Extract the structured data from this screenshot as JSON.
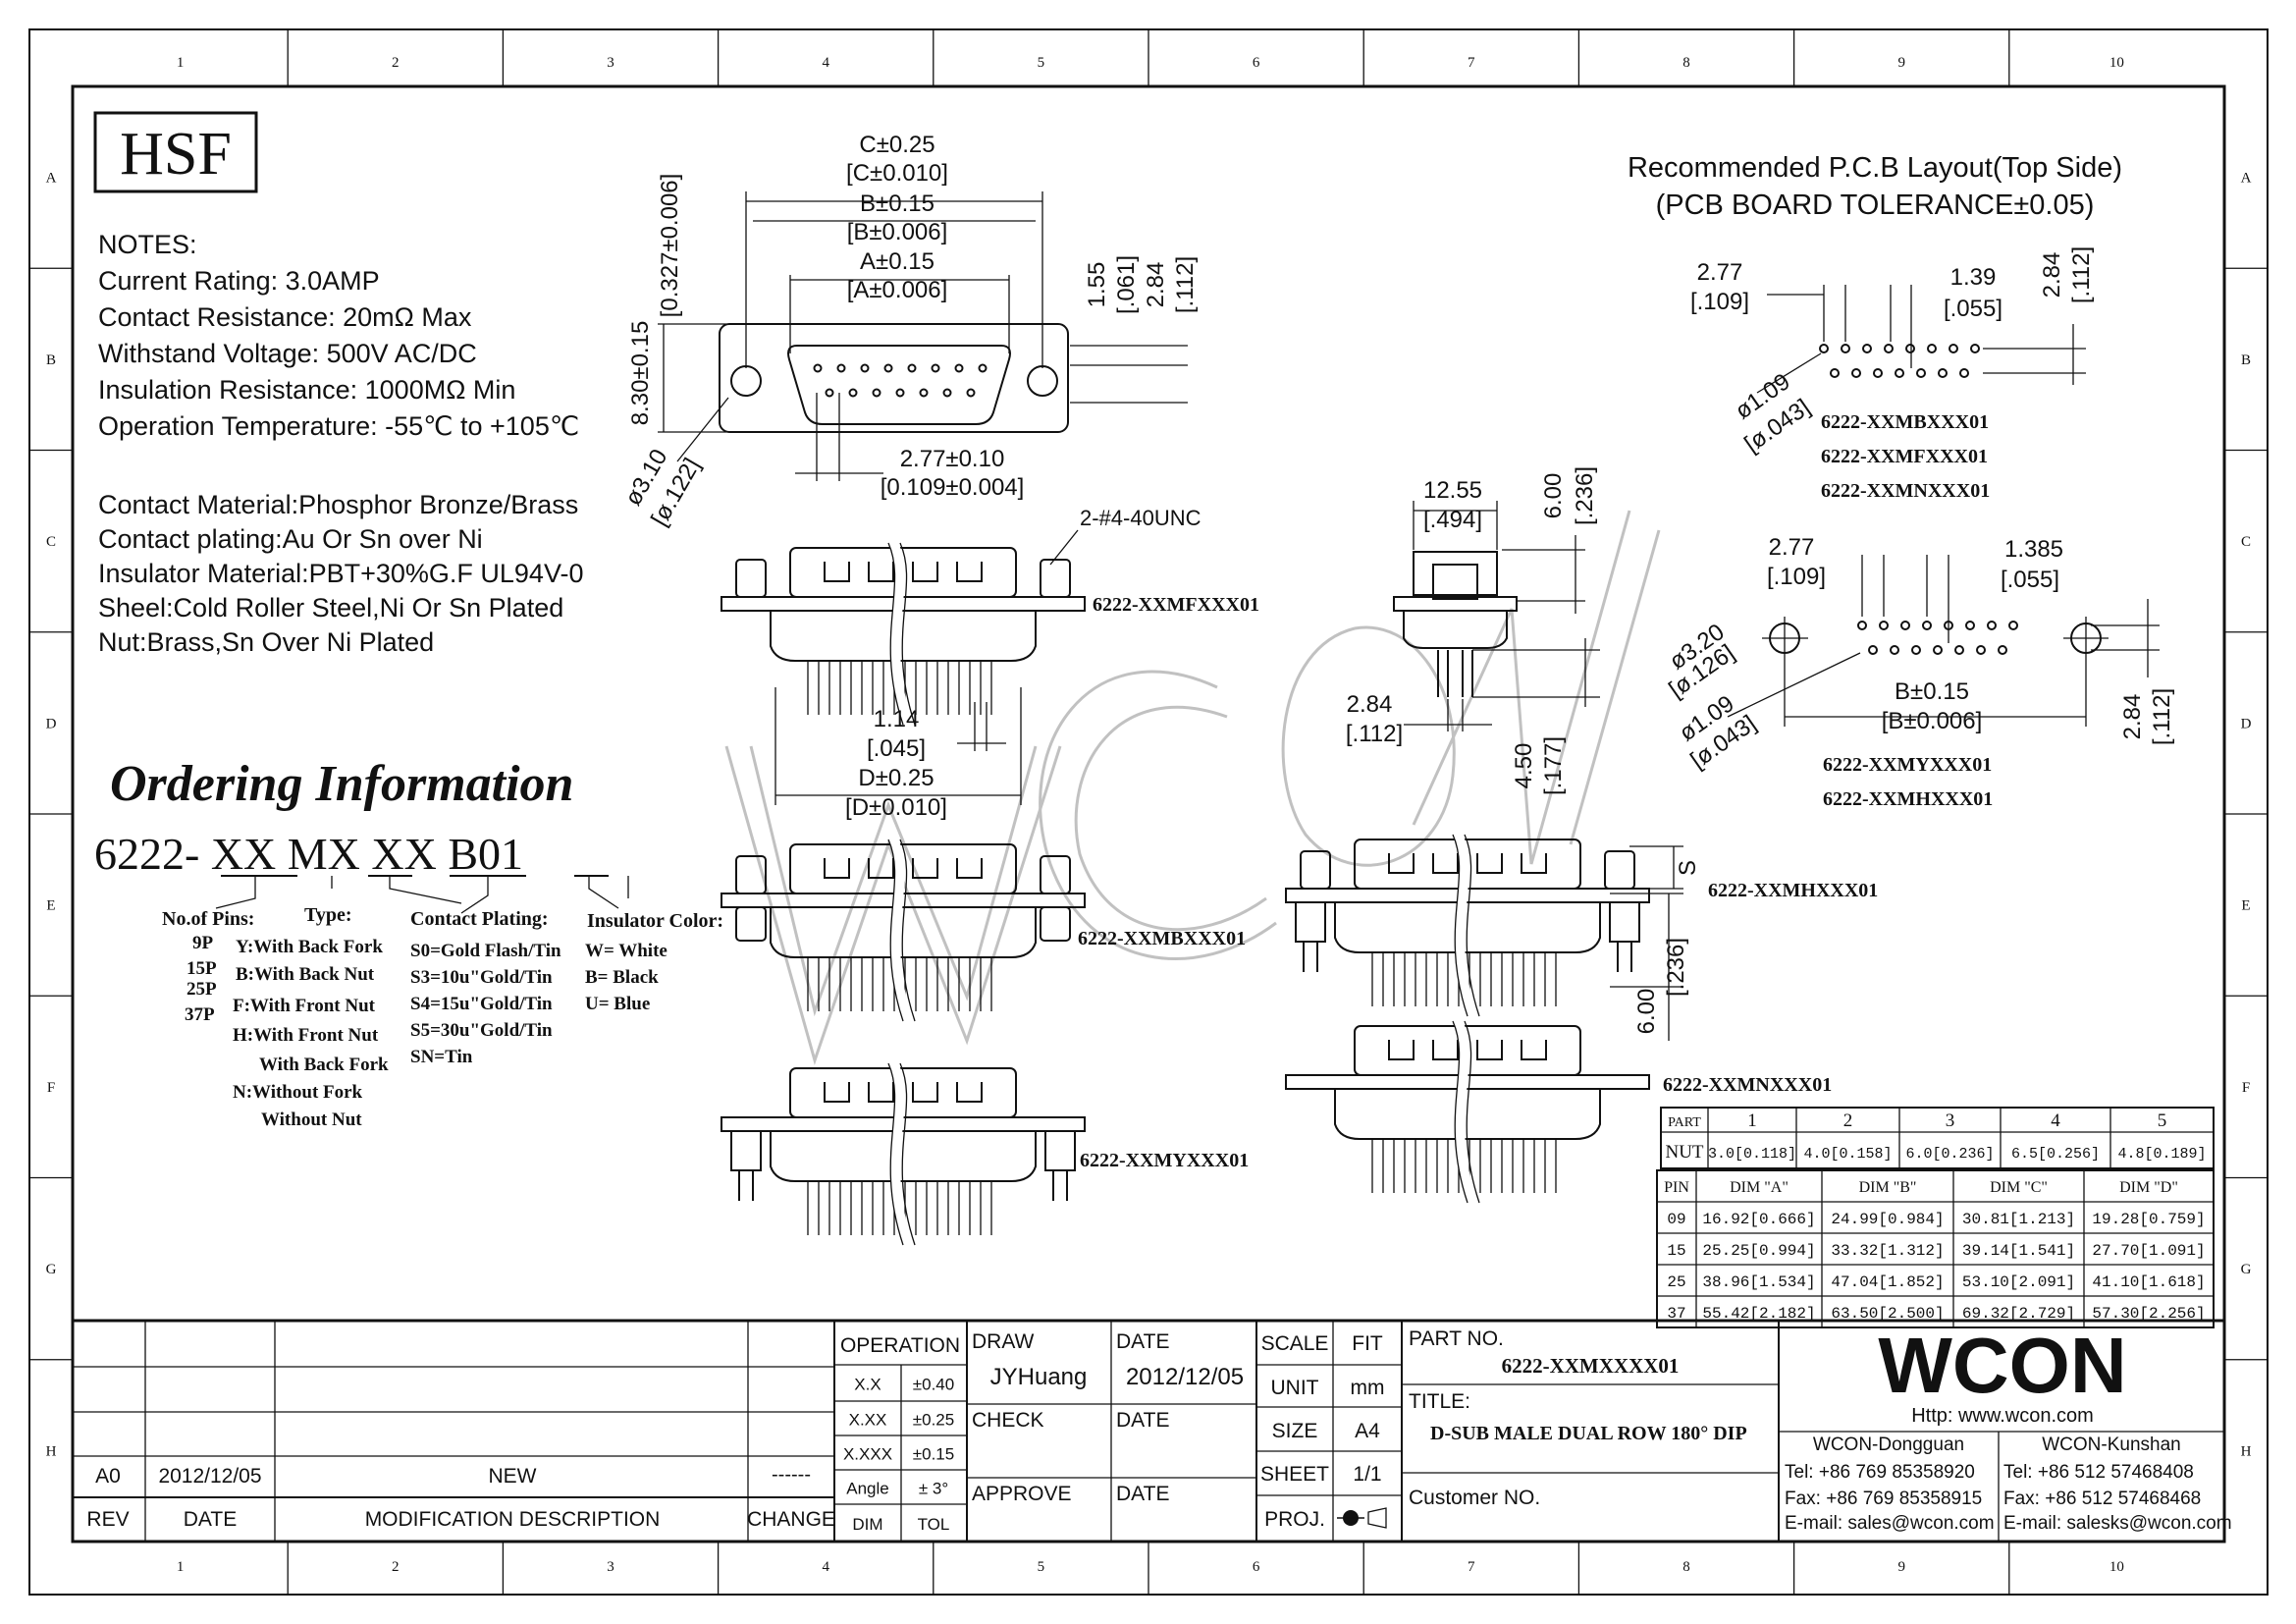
{
  "logo": "HSF",
  "notes": {
    "heading": "NOTES:",
    "lines": [
      "Current Rating: 3.0AMP",
      "Contact Resistance: 20mΩ Max",
      "Withstand Voltage: 500V AC/DC",
      "Insulation Resistance: 1000MΩ Min",
      "Operation Temperature: -55℃ to +105℃"
    ],
    "materials": [
      "Contact Material:Phosphor Bronze/Brass",
      "Contact plating:Au Or Sn over Ni",
      "Insulator Material:PBT+30%G.F UL94V-0",
      "Sheel:Cold Roller Steel,Ni Or Sn Plated",
      "Nut:Brass,Sn Over Ni Plated"
    ]
  },
  "grid": {
    "cols": [
      "1",
      "2",
      "3",
      "4",
      "5",
      "6",
      "7",
      "8",
      "9",
      "10"
    ],
    "rows": [
      "A",
      "B",
      "C",
      "D",
      "E",
      "F",
      "G",
      "H"
    ]
  },
  "ordering": {
    "title": "Ordering Information",
    "code": "6222- XX MX XX B01",
    "pins_label": "No.of Pins:",
    "pins": [
      "9P",
      "15P",
      "25P",
      "37P"
    ],
    "type_label": "Type:",
    "types": [
      "Y:With Back Fork",
      "B:With Back Nut",
      "F:With Front Nut",
      "H:With Front Nut",
      "With Back Fork",
      "N:Without Fork",
      "Without Nut"
    ],
    "plating_label": "Contact Plating:",
    "platings": [
      "S0=Gold Flash/Tin",
      "S3=10u\"Gold/Tin",
      "S4=15u\"Gold/Tin",
      "S5=30u\"Gold/Tin",
      "SN=Tin"
    ],
    "color_label": "Insulator Color:",
    "colors": [
      "W= White",
      "B= Black",
      "U= Blue"
    ]
  },
  "front_dims": {
    "c": "C±0.25",
    "c_in": "[C±0.010]",
    "b": "B±0.15",
    "b_in": "[B±0.006]",
    "a": "A±0.15",
    "a_in": "[A±0.006]",
    "h": "8.30±0.15",
    "h_in": "[0.327±0.006]",
    "r1": "1.55",
    "r1_in": "[.061]",
    "r2": "2.84",
    "r2_in": "[.112]",
    "hole": "ø3.10",
    "hole_in": "[ø.122]",
    "pitch": "2.77±0.10",
    "pitch_in": "[0.109±0.004]"
  },
  "side_labels": {
    "thread": "2-#4-40UNC",
    "f": "6222-XXMFXXX01",
    "b": "6222-XXMBXXX01",
    "y": "6222-XXMYXXX01",
    "h": "6222-XXMHXXX01",
    "n": "6222-XXMNXXX01",
    "d114": "1.14",
    "d114_in": "[.045]",
    "d": "D±0.25",
    "d_in": "[D±0.010]",
    "s": "S",
    "d600b": "6.00",
    "d600b_in": "[.236]"
  },
  "end_view": {
    "w": "12.55",
    "w_in": "[.494]",
    "h": "6.00",
    "h_in": "[.236]",
    "p": "2.84",
    "p_in": "[.112]",
    "l": "4.50",
    "l_in": "[.177]"
  },
  "pcb": {
    "title": "Recommended P.C.B Layout(Top Side)",
    "tol": "(PCB BOARD TOLERANCE±0.05)",
    "a_p1": "2.77",
    "a_p1_in": "[.109]",
    "a_p2": "1.39",
    "a_p2_in": "[.055]",
    "a_h": "2.84",
    "a_h_in": "[.112]",
    "a_d": "ø1.09",
    "a_d_in": "[ø.043]",
    "a_parts": [
      "6222-XXMBXXX01",
      "6222-XXMFXXX01",
      "6222-XXMNXXX01"
    ],
    "b_p1": "2.77",
    "b_p1_in": "[.109]",
    "b_p2": "1.385",
    "b_p2_in": "[.055]",
    "b_d1": "ø3.20",
    "b_d1_in": "[ø.126]",
    "b_d2": "ø1.09",
    "b_d2_in": "[ø.043]",
    "b_b": "B±0.15",
    "b_b_in": "[B±0.006]",
    "b_h": "2.84",
    "b_h_in": "[.112]",
    "b_parts": [
      "6222-XXMYXXX01",
      "6222-XXMHXXX01"
    ]
  },
  "nut_table": {
    "headers": [
      "PART",
      "1",
      "2",
      "3",
      "4",
      "5"
    ],
    "row": [
      "NUT",
      "3.0[0.118]",
      "4.0[0.158]",
      "6.0[0.236]",
      "6.5[0.256]",
      "4.8[0.189]"
    ]
  },
  "dim_table": {
    "headers": [
      "PIN",
      "DIM \"A\"",
      "DIM \"B\"",
      "DIM \"C\"",
      "DIM \"D\""
    ],
    "rows": [
      [
        "09",
        "16.92[0.666]",
        "24.99[0.984]",
        "30.81[1.213]",
        "19.28[0.759]"
      ],
      [
        "15",
        "25.25[0.994]",
        "33.32[1.312]",
        "39.14[1.541]",
        "27.70[1.091]"
      ],
      [
        "25",
        "38.96[1.534]",
        "47.04[1.852]",
        "53.10[2.091]",
        "41.10[1.618]"
      ],
      [
        "37",
        "55.42[2.182]",
        "63.50[2.500]",
        "69.32[2.729]",
        "57.30[2.256]"
      ]
    ]
  },
  "title_block": {
    "rev_hdr": "REV",
    "date_hdr": "DATE",
    "desc_hdr": "MODIFICATION  DESCRIPTION",
    "change_hdr": "CHANGE",
    "rev": "A0",
    "rev_date": "2012/12/05",
    "rev_desc": "NEW",
    "rev_change": "------",
    "operation": "OPERATION",
    "tol_rows": [
      [
        "X.X",
        "±0.40"
      ],
      [
        "X.XX",
        "±0.25"
      ],
      [
        "X.XXX",
        "±0.15"
      ],
      [
        "Angle",
        "± 3°"
      ],
      [
        "DIM",
        "TOL"
      ]
    ],
    "draw": "DRAW",
    "drawer": "JYHuang",
    "check": "CHECK",
    "approve": "APPROVE",
    "date_lbl": "DATE",
    "date_val": "2012/12/05",
    "scale": "SCALE",
    "scale_val": "FIT",
    "unit": "UNIT",
    "unit_val": "mm",
    "size": "SIZE",
    "size_val": "A4",
    "sheet": "SHEET",
    "sheet_val": "1/1",
    "proj": "PROJ.",
    "part_no": "PART  NO.",
    "part_no_val": "6222-XXMXXXX01",
    "title_lbl": "TITLE:",
    "title_val": "D-SUB MALE DUAL ROW 180° DIP",
    "customer": "Customer  NO.",
    "company": "WCON",
    "web": "Http:  www.wcon.com",
    "dg": "WCON-Dongguan",
    "ks": "WCON-Kunshan",
    "dg_tel": "Tel:  +86  769  85358920",
    "dg_fax": "Fax:  +86  769  85358915",
    "dg_mail": "E-mail:  sales@wcon.com",
    "ks_tel": "Tel:  +86  512  57468408",
    "ks_fax": "Fax:  +86  512  57468468",
    "ks_mail": "E-mail:  salesks@wcon.com"
  }
}
